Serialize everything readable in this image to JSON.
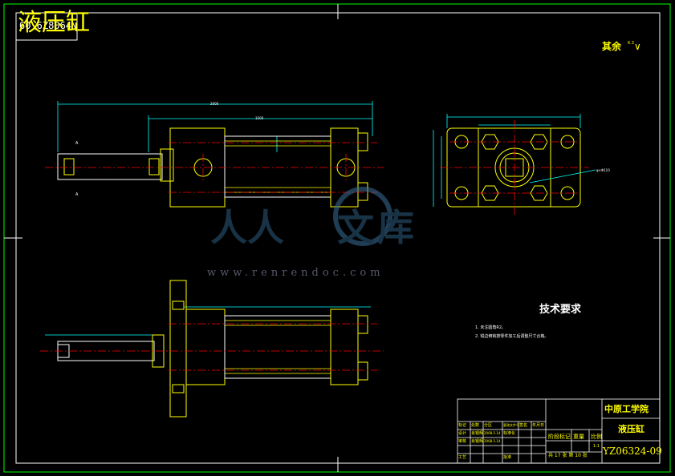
{
  "drawing": {
    "title": "液压缸",
    "drawing_code_top": "60\\6Z8064\\",
    "roughness_note": "其余",
    "roughness_value": "6.3",
    "watermark_site": "www.renrendoc.com",
    "tech_requirements": {
      "title": "技术要求",
      "notes": [
        "1. 未注圆角R2。",
        "2. 锐边倒钝按零件加工后调整尺寸合格。"
      ]
    },
    "title_block": {
      "school": "中原工学院",
      "part_name": "液压缸",
      "drawing_number": "YZ06324-09",
      "stage_label": "阶段标记",
      "weight_label": "重量",
      "ratio_label": "比例",
      "scale": "1:1",
      "sheets": "共 17 张 第 10 张",
      "row_labels": [
        "标记",
        "处数",
        "分区",
        "更改文件号",
        "签名",
        "年月日"
      ],
      "roles": [
        "设计",
        "审核",
        "工艺"
      ],
      "role_names": [
        "肖银辉",
        "肖银辉"
      ],
      "dates": [
        "2008.5.14",
        "2008.5.14"
      ],
      "extra": [
        "标准化",
        "批准"
      ]
    },
    "colors": {
      "frame": "#00ff00",
      "outline": "#ffff00",
      "center_line": "#ff0000",
      "dimension": "#00ffff",
      "text_white": "#ffffff",
      "title_block": "#ffff00"
    }
  }
}
